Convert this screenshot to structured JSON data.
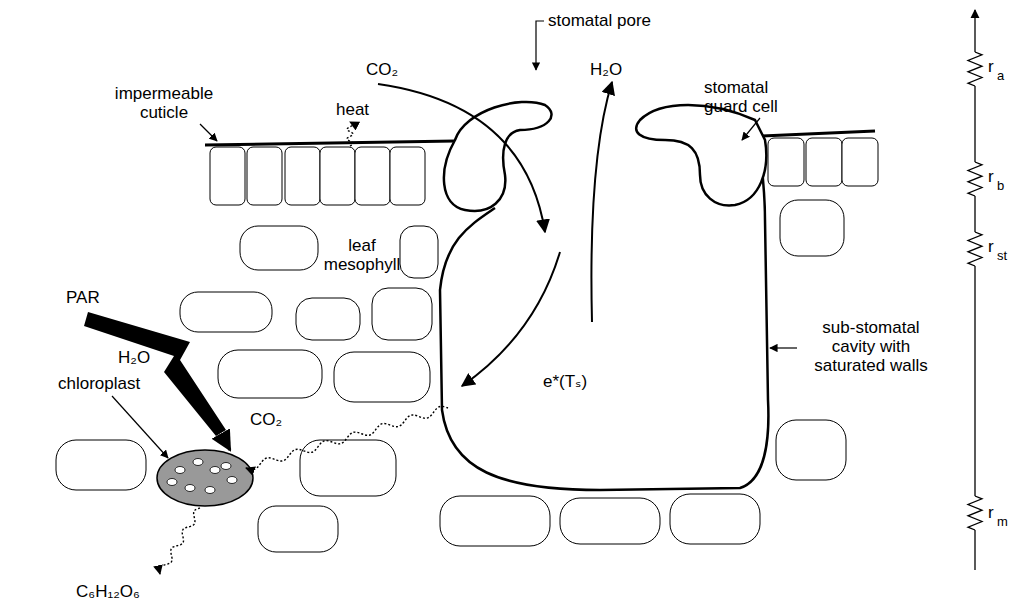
{
  "diagram": {
    "labels": [
      "stomatal pore",
      "CO₂",
      "H₂O",
      "impermeable cuticle",
      "heat",
      "stomatal guard cell",
      "leaf mesophyll",
      "PAR",
      "e*(Tₛ)",
      "sub-stomatal cavity with saturated walls",
      "H₂O",
      "chloroplast",
      "CO₂",
      "C₆H₁₂O₆",
      "r",
      "a",
      "r",
      "b",
      "r",
      "st",
      "r",
      "m"
    ]
  }
}
